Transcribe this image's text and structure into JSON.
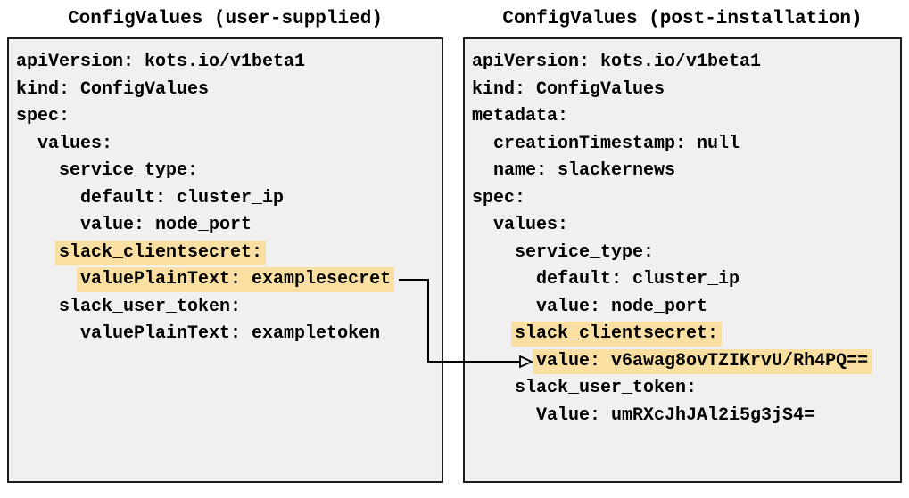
{
  "colors": {
    "panel_bg": "#f0f0f0",
    "panel_border": "#1c1c1c",
    "highlight": "#f9e0a2",
    "text": "#000000",
    "arrow": "#000000"
  },
  "panels": [
    {
      "id": "user-supplied",
      "title": "ConfigValues (user-supplied)",
      "lines": [
        {
          "indent": 0,
          "text": "apiVersion: kots.io/v1beta1",
          "highlight": false
        },
        {
          "indent": 0,
          "text": "kind: ConfigValues",
          "highlight": false
        },
        {
          "indent": 0,
          "text": "spec:",
          "highlight": false
        },
        {
          "indent": 1,
          "text": "values:",
          "highlight": false
        },
        {
          "indent": 2,
          "text": "service_type:",
          "highlight": false
        },
        {
          "indent": 3,
          "text": "default: cluster_ip",
          "highlight": false
        },
        {
          "indent": 3,
          "text": "value: node_port",
          "highlight": false
        },
        {
          "indent": 2,
          "text": "slack_clientsecret:",
          "highlight": true
        },
        {
          "indent": 3,
          "text": "valuePlainText: examplesecret",
          "highlight": true
        },
        {
          "indent": 2,
          "text": "slack_user_token:",
          "highlight": false
        },
        {
          "indent": 3,
          "text": "valuePlainText: exampletoken",
          "highlight": false
        }
      ]
    },
    {
      "id": "post-installation",
      "title": "ConfigValues (post-installation)",
      "lines": [
        {
          "indent": 0,
          "text": "apiVersion: kots.io/v1beta1",
          "highlight": false
        },
        {
          "indent": 0,
          "text": "kind: ConfigValues",
          "highlight": false
        },
        {
          "indent": 0,
          "text": "metadata:",
          "highlight": false
        },
        {
          "indent": 1,
          "text": "creationTimestamp: null",
          "highlight": false
        },
        {
          "indent": 1,
          "text": "name: slackernews",
          "highlight": false
        },
        {
          "indent": 0,
          "text": "spec:",
          "highlight": false
        },
        {
          "indent": 1,
          "text": "values:",
          "highlight": false
        },
        {
          "indent": 2,
          "text": "service_type:",
          "highlight": false
        },
        {
          "indent": 3,
          "text": "default: cluster_ip",
          "highlight": false
        },
        {
          "indent": 3,
          "text": "value: node_port",
          "highlight": false
        },
        {
          "indent": 2,
          "text": "slack_clientsecret:",
          "highlight": true
        },
        {
          "indent": 3,
          "text": "value: v6awag8ovTZIKrvU/Rh4PQ==",
          "highlight": true
        },
        {
          "indent": 2,
          "text": "slack_user_token:",
          "highlight": false
        },
        {
          "indent": 3,
          "text": "Value: umRXcJhJAl2i5g3jS4=",
          "highlight": false
        }
      ]
    }
  ],
  "arrow": {
    "from": "valuePlainText: examplesecret",
    "to": "value: v6awag8ovTZIKrvU/Rh4PQ=="
  }
}
